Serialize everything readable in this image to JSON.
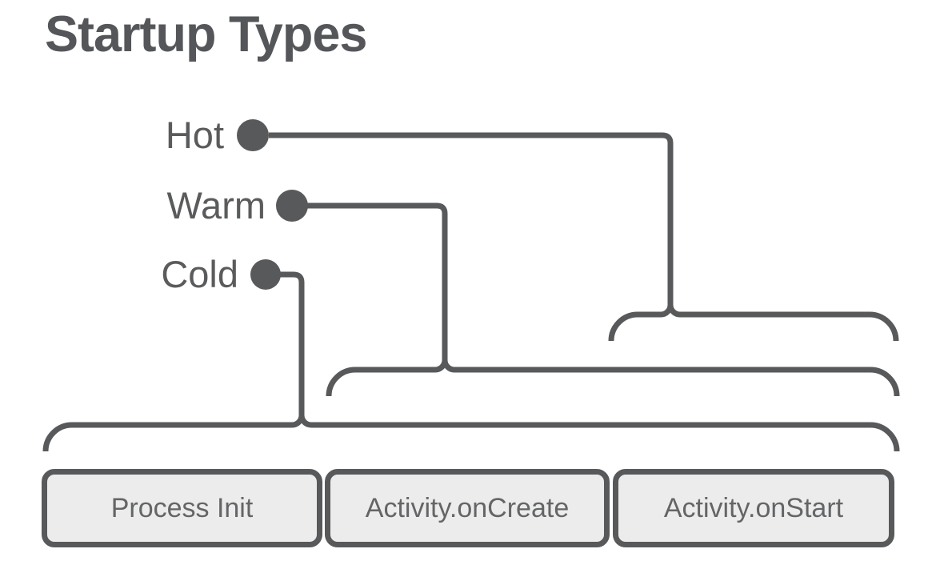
{
  "title": "Startup Types",
  "startup_types": [
    {
      "label": "Hot"
    },
    {
      "label": "Warm"
    },
    {
      "label": "Cold"
    }
  ],
  "stages": [
    {
      "label": "Process Init"
    },
    {
      "label": "Activity.onCreate"
    },
    {
      "label": "Activity.onStart"
    }
  ],
  "colors": {
    "line": "#58595b",
    "dot": "#58595b",
    "box_border": "#58595b",
    "box_fill": "#ececec",
    "title_text": "#545659",
    "label_text": "#5a5b5d",
    "stage_text": "#646567",
    "background": "#ffffff"
  }
}
